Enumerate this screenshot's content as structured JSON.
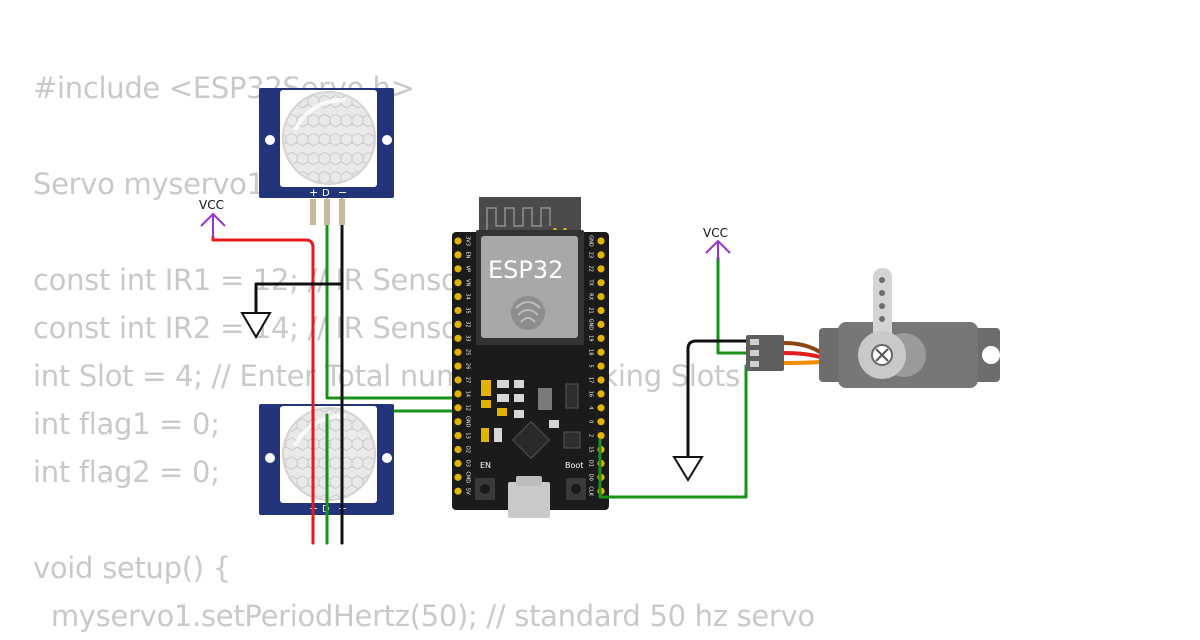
{
  "code_lines": [
    "#include <ESP32Servo.h>",
    "",
    "Servo myservo1;",
    "",
    "const int IR1 = 12; // IR Sensor 1",
    "const int IR2 = 14; // IR Sensor 2",
    "int Slot = 4; // Enter Total number of Parking Slots",
    "int flag1 = 0;",
    "int flag2 = 0;",
    "",
    "void setup() {",
    "  myservo1.setPeriodHertz(50); // standard 50 hz servo"
  ],
  "labels": {
    "vcc_left": "VCC",
    "vcc_right": "VCC",
    "pir_pins": [
      "+",
      "D",
      "−"
    ],
    "esp32_chip": "ESP32",
    "btn_en": "EN",
    "btn_boot": "Boot"
  },
  "esp32_pins_left": [
    "3V3",
    "EN",
    "VP",
    "VN",
    "34",
    "35",
    "32",
    "33",
    "25",
    "26",
    "27",
    "14",
    "12",
    "GND",
    "13",
    "D2",
    "D3",
    "CMD",
    "5V"
  ],
  "esp32_pins_right": [
    "GND",
    "23",
    "22",
    "TX",
    "RX",
    "21",
    "GND",
    "19",
    "18",
    "5",
    "17",
    "16",
    "4",
    "0",
    "2",
    "15",
    "D1",
    "D0",
    "CLK"
  ],
  "colors": {
    "wire_red": "#e31b1b",
    "wire_green": "#179217",
    "wire_black": "#111111",
    "vcc_purple": "#9932cc",
    "pir_board": "#24347a",
    "esp_board": "#1b1b1b",
    "code_text": "#c9c9c9"
  }
}
